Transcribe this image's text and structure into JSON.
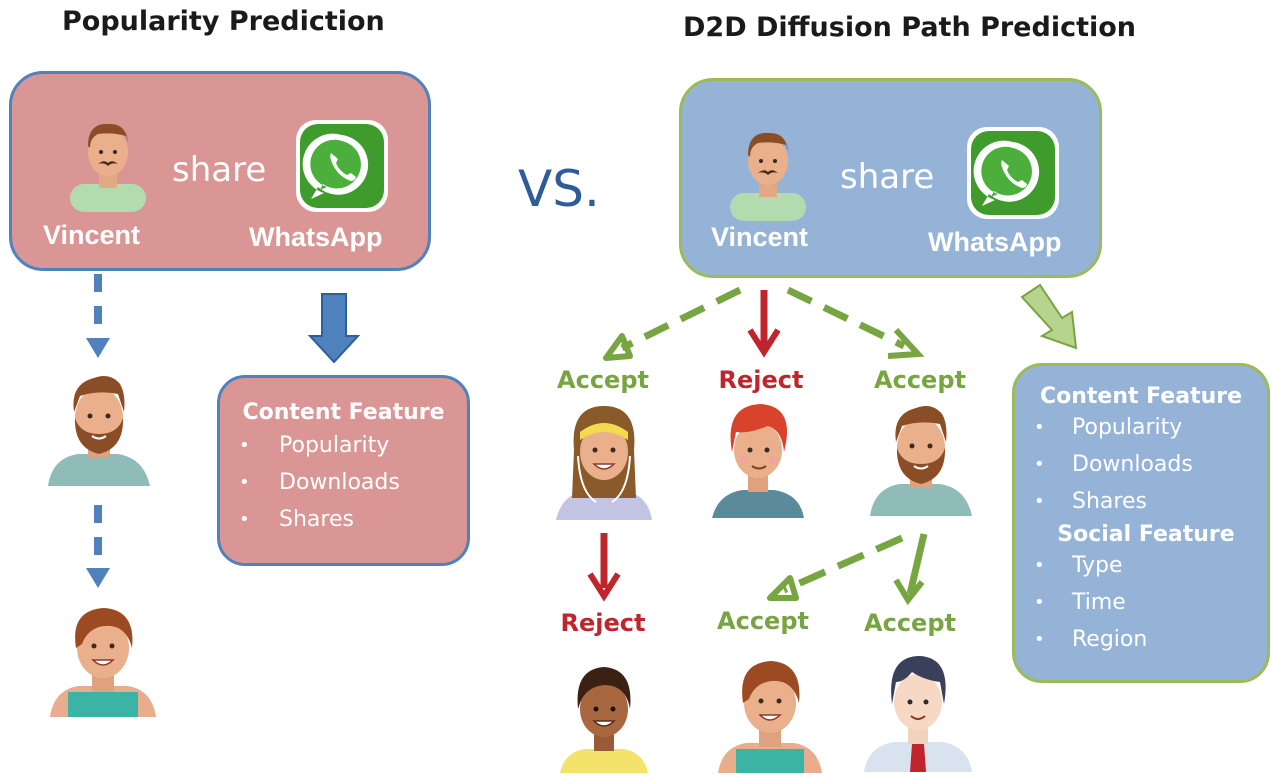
{
  "left": {
    "title": "Popularity Prediction",
    "source": {
      "user": "Vincent",
      "action": "share",
      "app": "WhatsApp"
    },
    "features": {
      "header": "Content Feature",
      "items": [
        "Popularity",
        "Downloads",
        "Shares"
      ]
    }
  },
  "vs": "VS.",
  "right": {
    "title": "D2D Diffusion Path Prediction",
    "source": {
      "user": "Vincent",
      "action": "share",
      "app": "WhatsApp"
    },
    "level1": [
      "Accept",
      "Reject",
      "Accept"
    ],
    "level2": [
      "Reject",
      "Accept",
      "Accept"
    ],
    "features": {
      "content_header": "Content Feature",
      "content_items": [
        "Popularity",
        "Downloads",
        "Shares"
      ],
      "social_header": "Social Feature",
      "social_items": [
        "Type",
        "Time",
        "Region"
      ]
    }
  },
  "colors": {
    "left_box_fill": "#d99694",
    "left_box_border": "#4f81bd",
    "right_box_fill": "#95b3d7",
    "right_box_border": "#9bbb59",
    "accept": "#77a541",
    "reject": "#c0242c",
    "vs": "#2e5c99"
  }
}
